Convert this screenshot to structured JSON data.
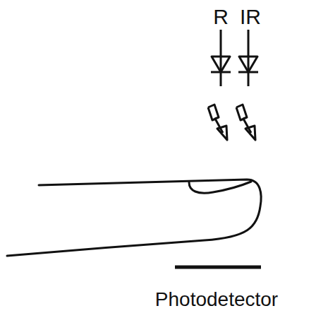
{
  "diagram": {
    "labels": [
      "R",
      "IR",
      "Photodetector"
    ]
  }
}
